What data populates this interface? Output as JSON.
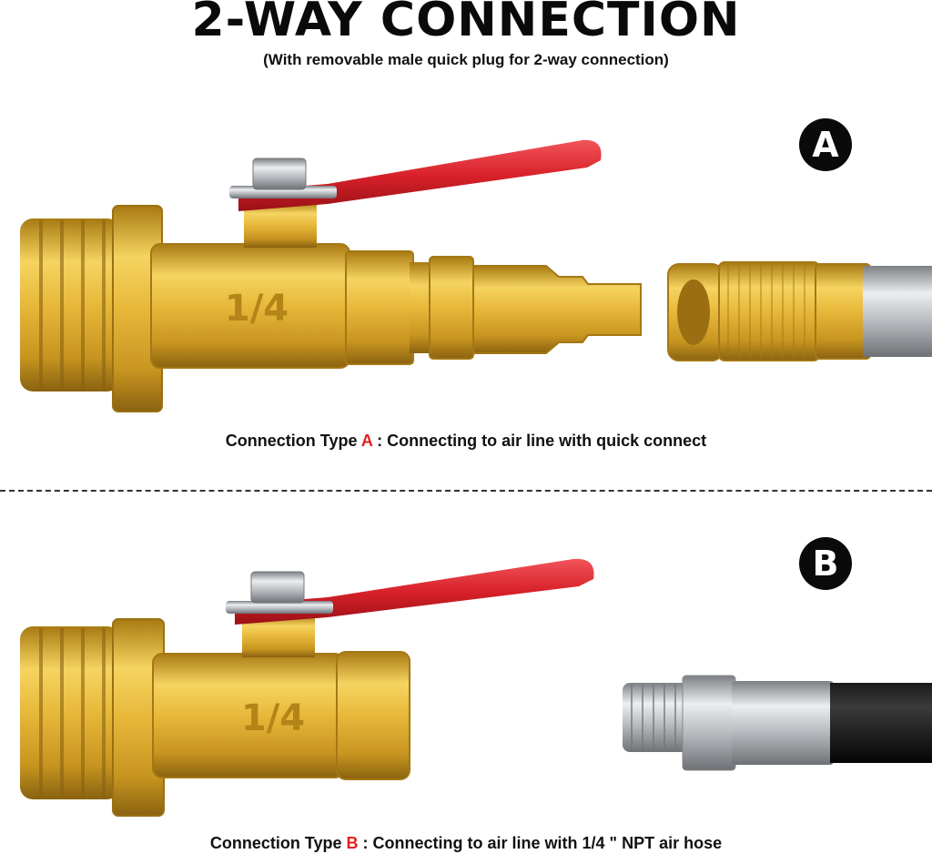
{
  "header": {
    "title": "2-WAY CONNECTION",
    "subtitle": "(With removable male quick plug for 2-way connection)"
  },
  "section_a": {
    "badge": "A",
    "caption_prefix": "Connection Type ",
    "caption_letter": "A",
    "caption_suffix": " : Connecting to air line with quick connect",
    "valve_marking": "1/4"
  },
  "section_b": {
    "badge": "B",
    "caption_prefix": "Connection Type ",
    "caption_letter": "B",
    "caption_suffix": " : Connecting to air line with 1/4 \" NPT air hose",
    "valve_marking": "1/4"
  },
  "colors": {
    "brass": "#e0b232",
    "handle": "#e0242c",
    "accent": "#e02020",
    "badge": "#0a0a0a",
    "steel": "#c8cacc"
  }
}
